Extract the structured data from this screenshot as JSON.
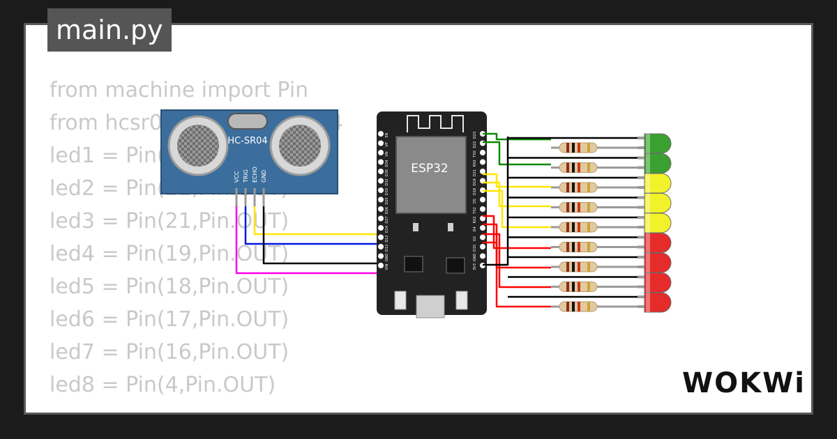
{
  "file_tab": {
    "label": "main.py"
  },
  "code_lines": [
    "from machine import Pin",
    "from hcsr04 import HCSR04",
    "",
    "led1 = Pin(23,Pin.OUT)",
    "led2 = Pin(22,Pin.OUT)",
    "led3 = Pin(21,Pin.OUT)",
    "led4 = Pin(19,Pin.OUT)",
    "led5 = Pin(18,Pin.OUT)",
    "led6 = Pin(17,Pin.OUT)",
    "led7 = Pin(16,Pin.OUT)",
    "led8 = Pin(4,Pin.OUT)"
  ],
  "sensor": {
    "label": "HC-SR04",
    "pins": [
      "VCC",
      "TRIG",
      "ECHO",
      "GND"
    ]
  },
  "board": {
    "label": "ESP32",
    "left_pins": [
      "EN",
      "VP",
      "VN",
      "D34",
      "D35",
      "D32",
      "D33",
      "D25",
      "D26",
      "D27",
      "D14",
      "D12",
      "D13",
      "GND",
      "VIN"
    ],
    "right_pins": [
      "D23",
      "D22",
      "TX0",
      "RX0",
      "D21",
      "D19",
      "D18",
      "D5",
      "TX2",
      "RX2",
      "D4",
      "D2",
      "D15",
      "GND",
      "3V3"
    ]
  },
  "leds": [
    {
      "color": "green"
    },
    {
      "color": "green"
    },
    {
      "color": "yellow"
    },
    {
      "color": "yellow"
    },
    {
      "color": "yellow"
    },
    {
      "color": "red"
    },
    {
      "color": "red"
    },
    {
      "color": "red"
    },
    {
      "color": "red"
    }
  ],
  "colors": {
    "background": "#1b1b1b",
    "tab": "#555555",
    "code_text": "#c9c9c9",
    "sensor_pcb": "#3b6e9c",
    "board": "#222222",
    "led_green": "#3aa02f",
    "led_yellow": "#f2f22a",
    "led_red": "#e62b2b",
    "wire_yellow": "#ffe600",
    "wire_blue": "#0018e0",
    "wire_magenta": "#ff00e6",
    "wire_green": "#0a8a00",
    "wire_red": "#ff0000",
    "wire_black": "#000000"
  },
  "brand": {
    "logo_text": "WOKWi"
  }
}
